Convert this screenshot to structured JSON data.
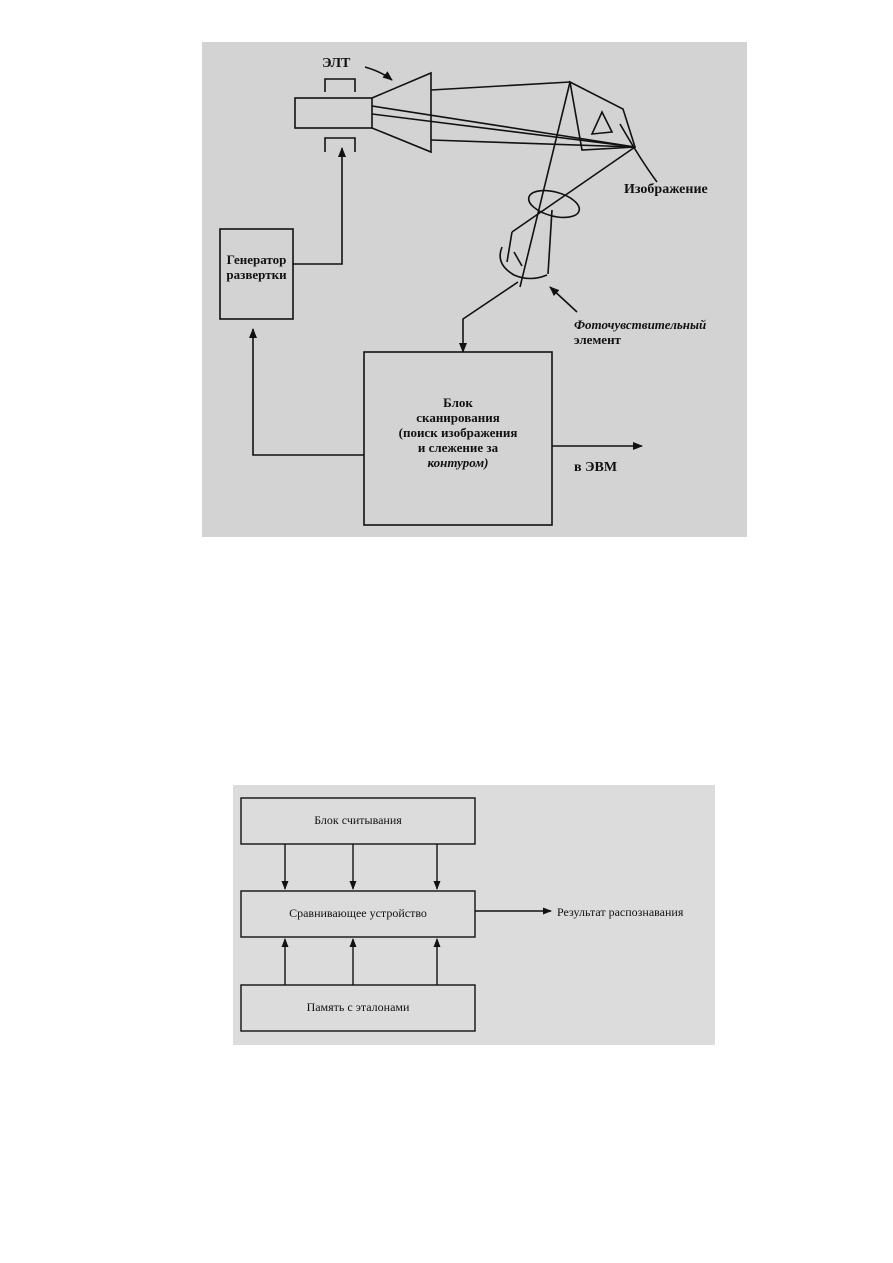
{
  "figure1": {
    "crt_label": "ЭЛТ",
    "image_label": "Изображение",
    "generator": [
      "Генератор",
      "развертки"
    ],
    "photo_element": [
      "Фоточувствительный",
      "элемент"
    ],
    "scanning_block": [
      "Блок",
      "сканирования",
      "(поиск изображения",
      "и слежение за",
      "контуром)"
    ],
    "output_label": "в ЭВМ"
  },
  "figure2": {
    "reader_block": "Блок считывания",
    "comparator_block": "Сравнивающее устройство",
    "memory_block": "Память с эталонами",
    "result_label": "Результат распознавания"
  }
}
